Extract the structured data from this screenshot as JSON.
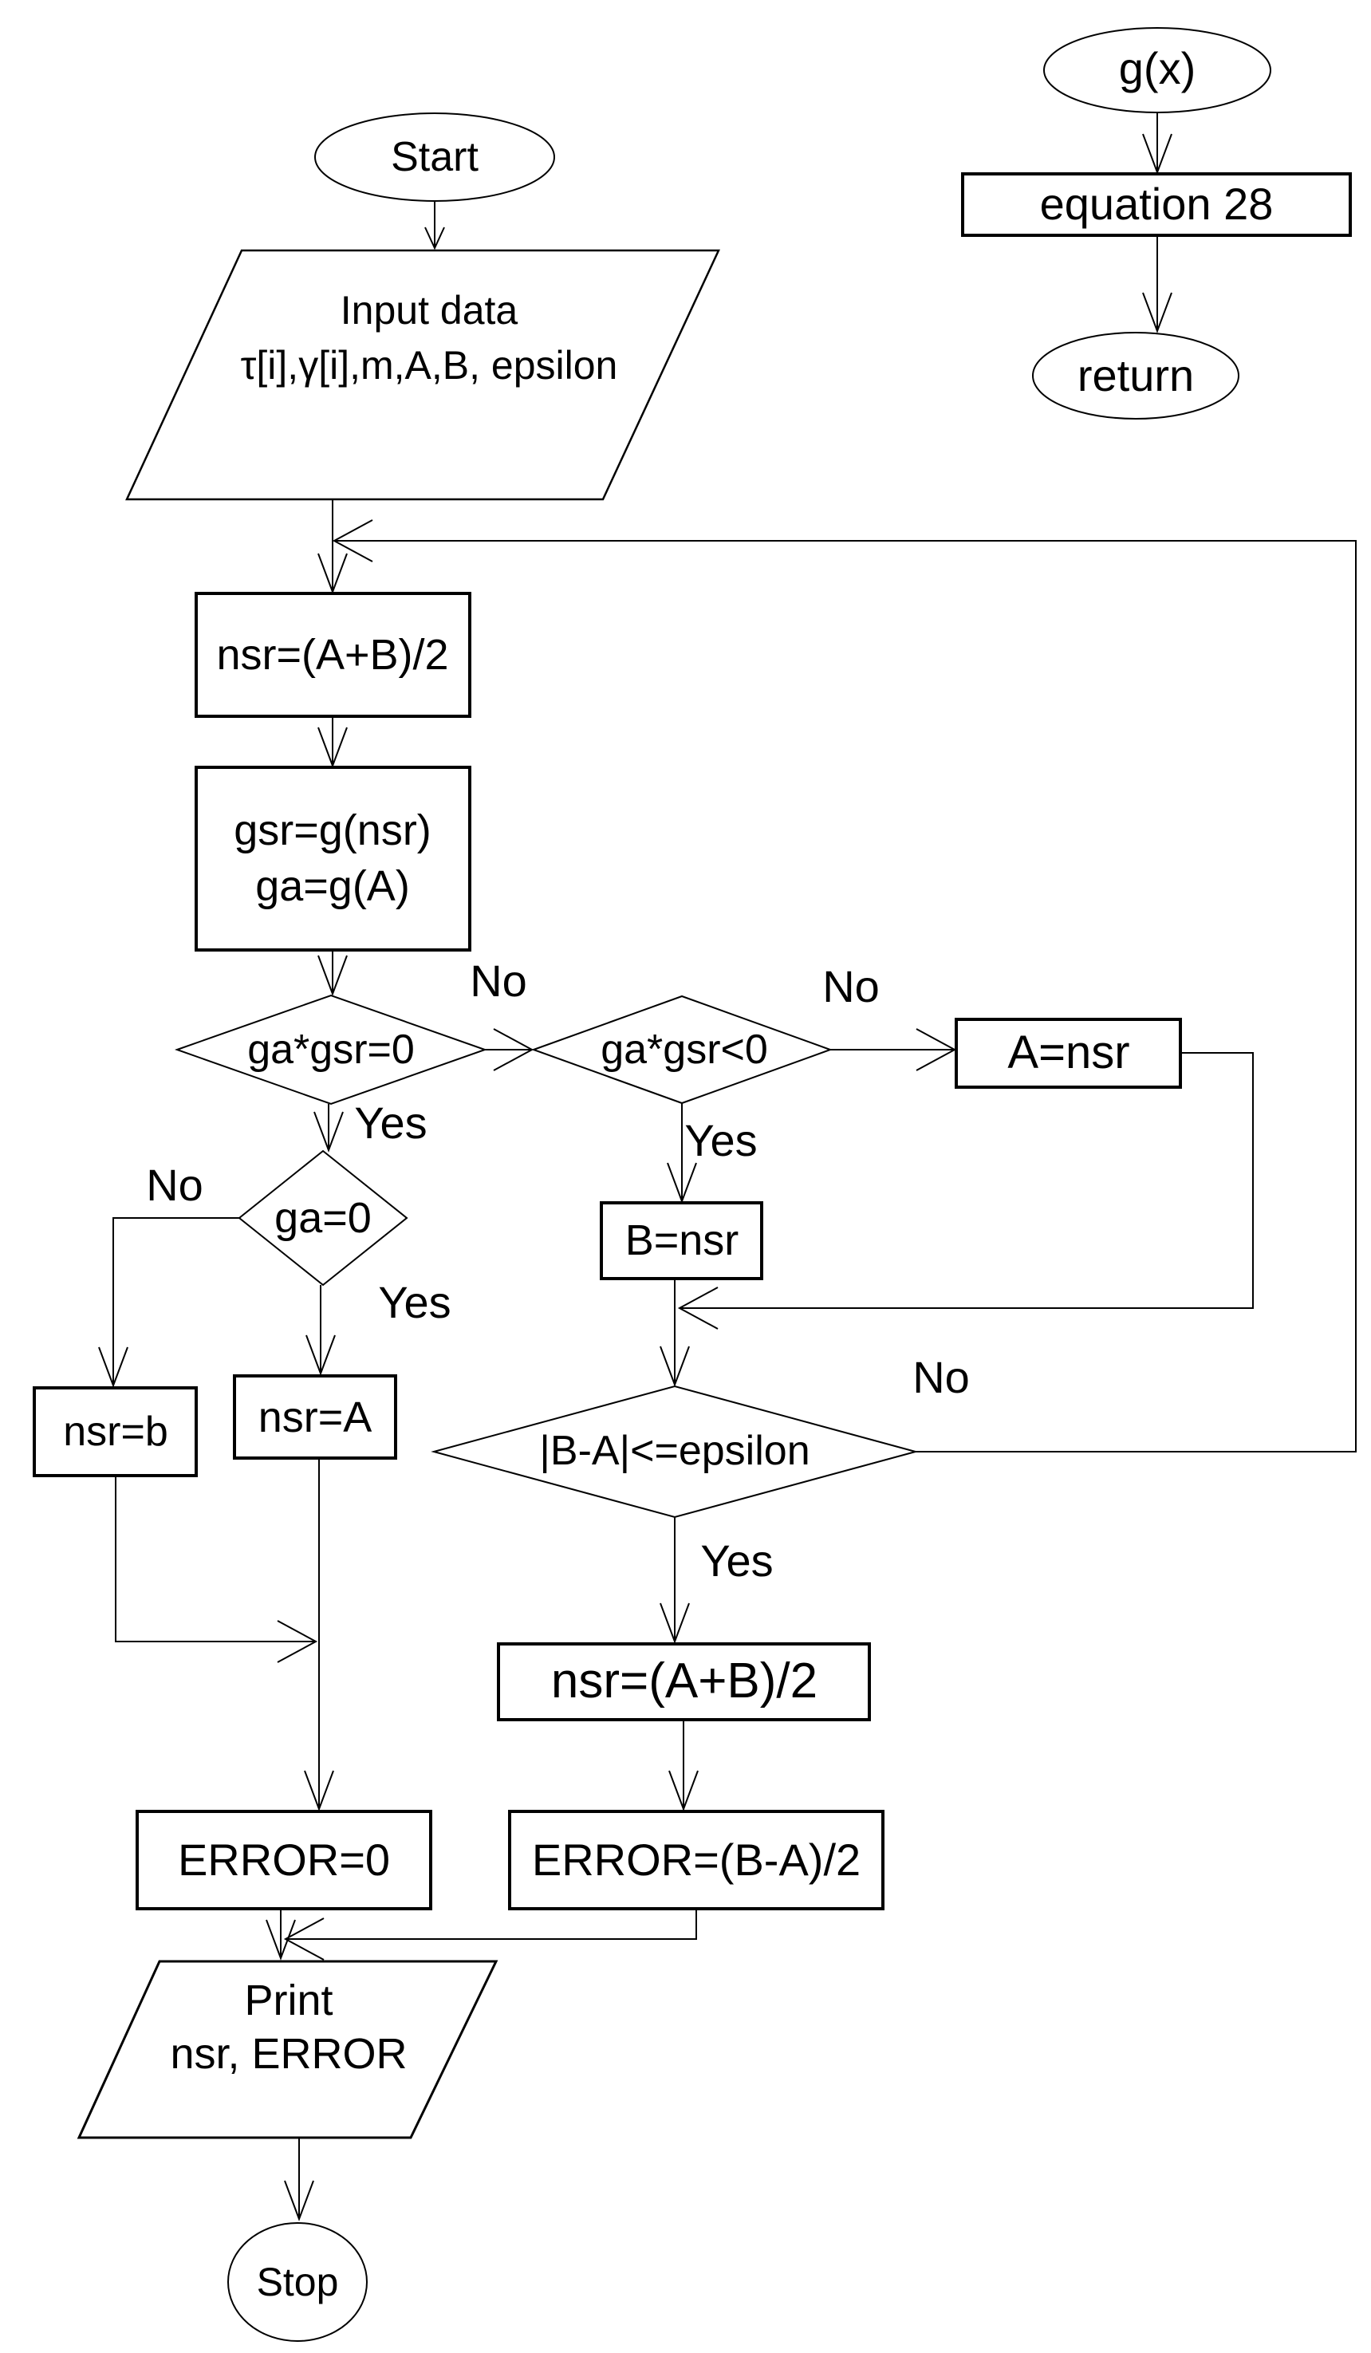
{
  "diagram": {
    "background": "#ffffff",
    "stroke_color": "#000000",
    "nodes": {
      "start": {
        "label": "Start"
      },
      "input": {
        "line1": "Input data",
        "line2": "τ[i],γ[i],m,A,B, epsilon"
      },
      "bisect_top": {
        "label": "nsr=(A+B)/2"
      },
      "eval_g": {
        "line1": "gsr=g(nsr)",
        "line2": "ga=g(A)"
      },
      "test_product_zero": {
        "label": "ga*gsr=0"
      },
      "test_product_negative": {
        "label": "ga*gsr<0"
      },
      "set_a": {
        "label": "A=nsr"
      },
      "test_ga_zero": {
        "label": "ga=0"
      },
      "set_nsr_b": {
        "label": "nsr=b"
      },
      "set_nsr_a": {
        "label": "nsr=A"
      },
      "set_b": {
        "label": "B=nsr"
      },
      "test_converged": {
        "label": "|B-A|<=epsilon"
      },
      "bisect_bottom": {
        "label": "nsr=(A+B)/2"
      },
      "error_zero": {
        "label": "ERROR=0"
      },
      "error_half": {
        "label": "ERROR=(B-A)/2"
      },
      "print": {
        "line1": "Print",
        "line2": "nsr, ERROR"
      },
      "stop": {
        "label": "Stop"
      },
      "g_function": {
        "label": "g(x)"
      },
      "equation": {
        "label": "equation 28"
      },
      "return": {
        "label": "return"
      }
    },
    "edge_labels": {
      "yes": "Yes",
      "no": "No"
    }
  }
}
